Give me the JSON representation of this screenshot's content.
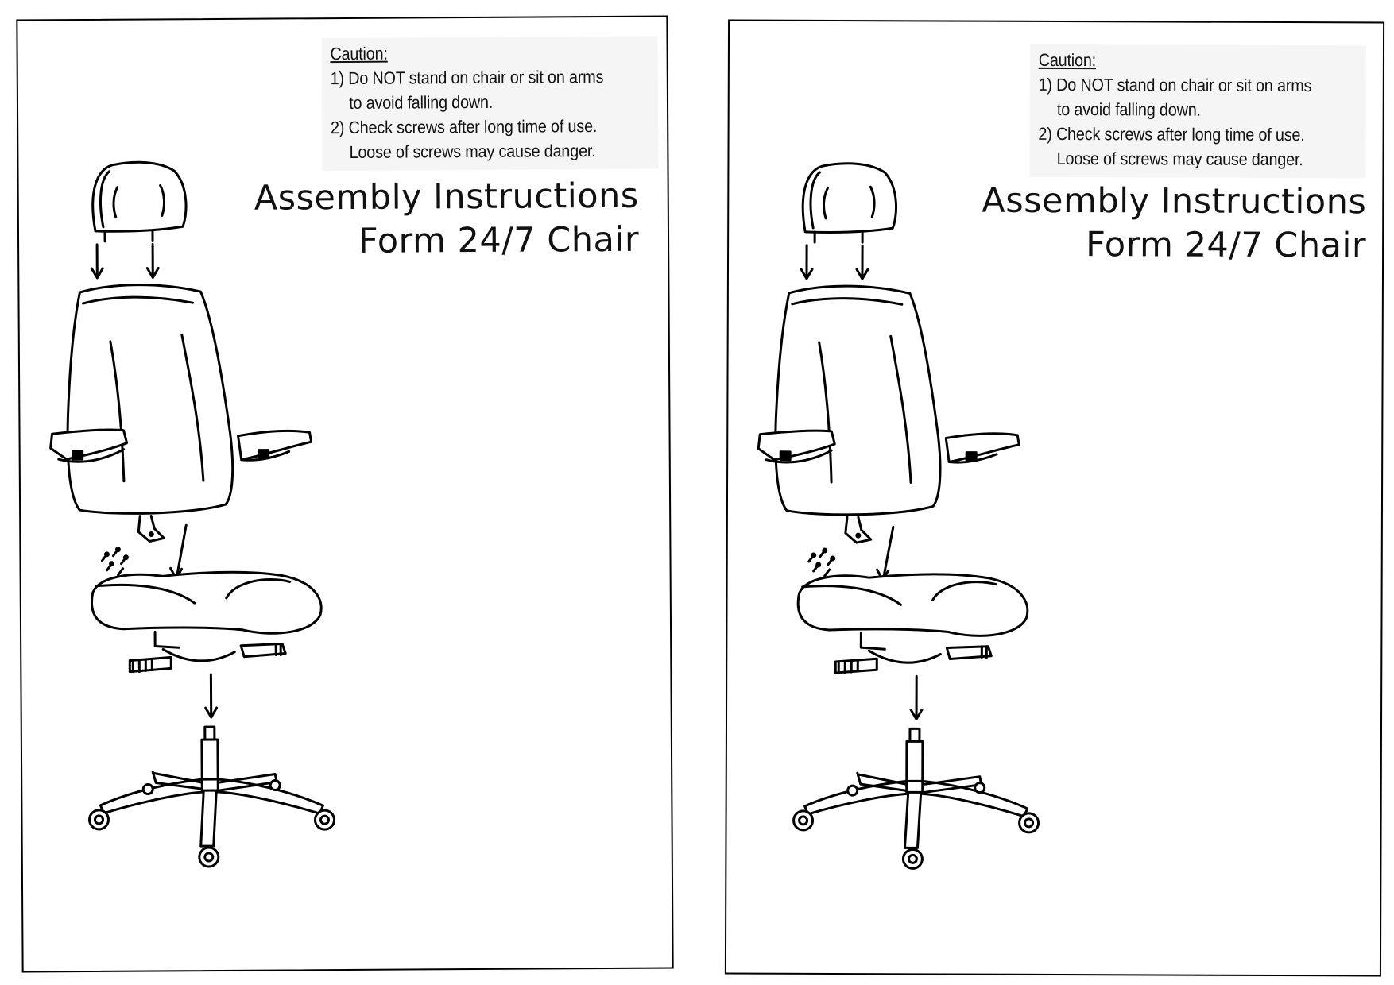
{
  "sheets": [
    {
      "caution": {
        "heading": "Caution:",
        "line1": "1) Do NOT stand on chair or sit on arms",
        "line2": "to avoid falling down.",
        "line3": "2) Check screws after long time of use.",
        "line4": "Loose of screws may cause danger."
      },
      "title": {
        "line1": "Assembly Instructions",
        "line2": "Form 24/7 Chair"
      }
    },
    {
      "caution": {
        "heading": "Caution:",
        "line1": "1) Do NOT stand on chair or sit on arms",
        "line2": "to avoid falling down.",
        "line3": "2) Check screws after long time of use.",
        "line4": "Loose of screws may cause danger."
      },
      "title": {
        "line1": "Assembly Instructions",
        "line2": "Form 24/7 Chair"
      }
    }
  ],
  "icons": [
    "headrest-icon",
    "chair-back-icon",
    "armrest-icon",
    "screws-icon",
    "seat-icon",
    "caster-base-icon",
    "arrow-down-icon"
  ]
}
